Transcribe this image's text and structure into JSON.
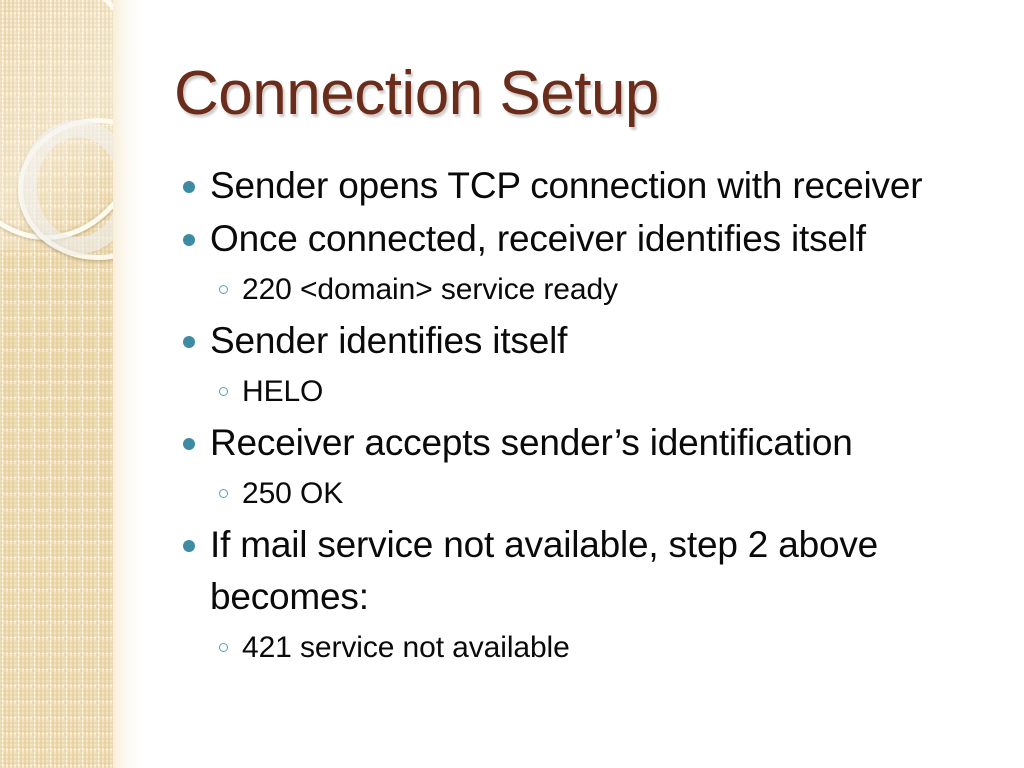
{
  "slide": {
    "title": "Connection Setup",
    "title_color": "#6B2D1B",
    "background_color": "#ffffff",
    "body_text_color": "#0a0a0a",
    "bullet_level1_color": "#3d8ca4",
    "bullet_level2_color": "#5a9fb4",
    "decor_band_color": "#f2e3bf",
    "decor_grid_line_color": "#fdf6e4"
  },
  "content": {
    "bullets": [
      {
        "level": 1,
        "text": "Sender opens TCP connection with receiver"
      },
      {
        "level": 1,
        "text": "Once connected, receiver identifies itself"
      },
      {
        "level": 2,
        "text": "220 <domain> service ready"
      },
      {
        "level": 1,
        "text": "Sender identifies itself"
      },
      {
        "level": 2,
        "text": "HELO"
      },
      {
        "level": 1,
        "text": "Receiver accepts sender’s identification"
      },
      {
        "level": 2,
        "text": "250 OK"
      },
      {
        "level": 1,
        "text": "If mail service not available, step 2 above becomes:"
      },
      {
        "level": 2,
        "text": "421 service not available"
      }
    ]
  }
}
